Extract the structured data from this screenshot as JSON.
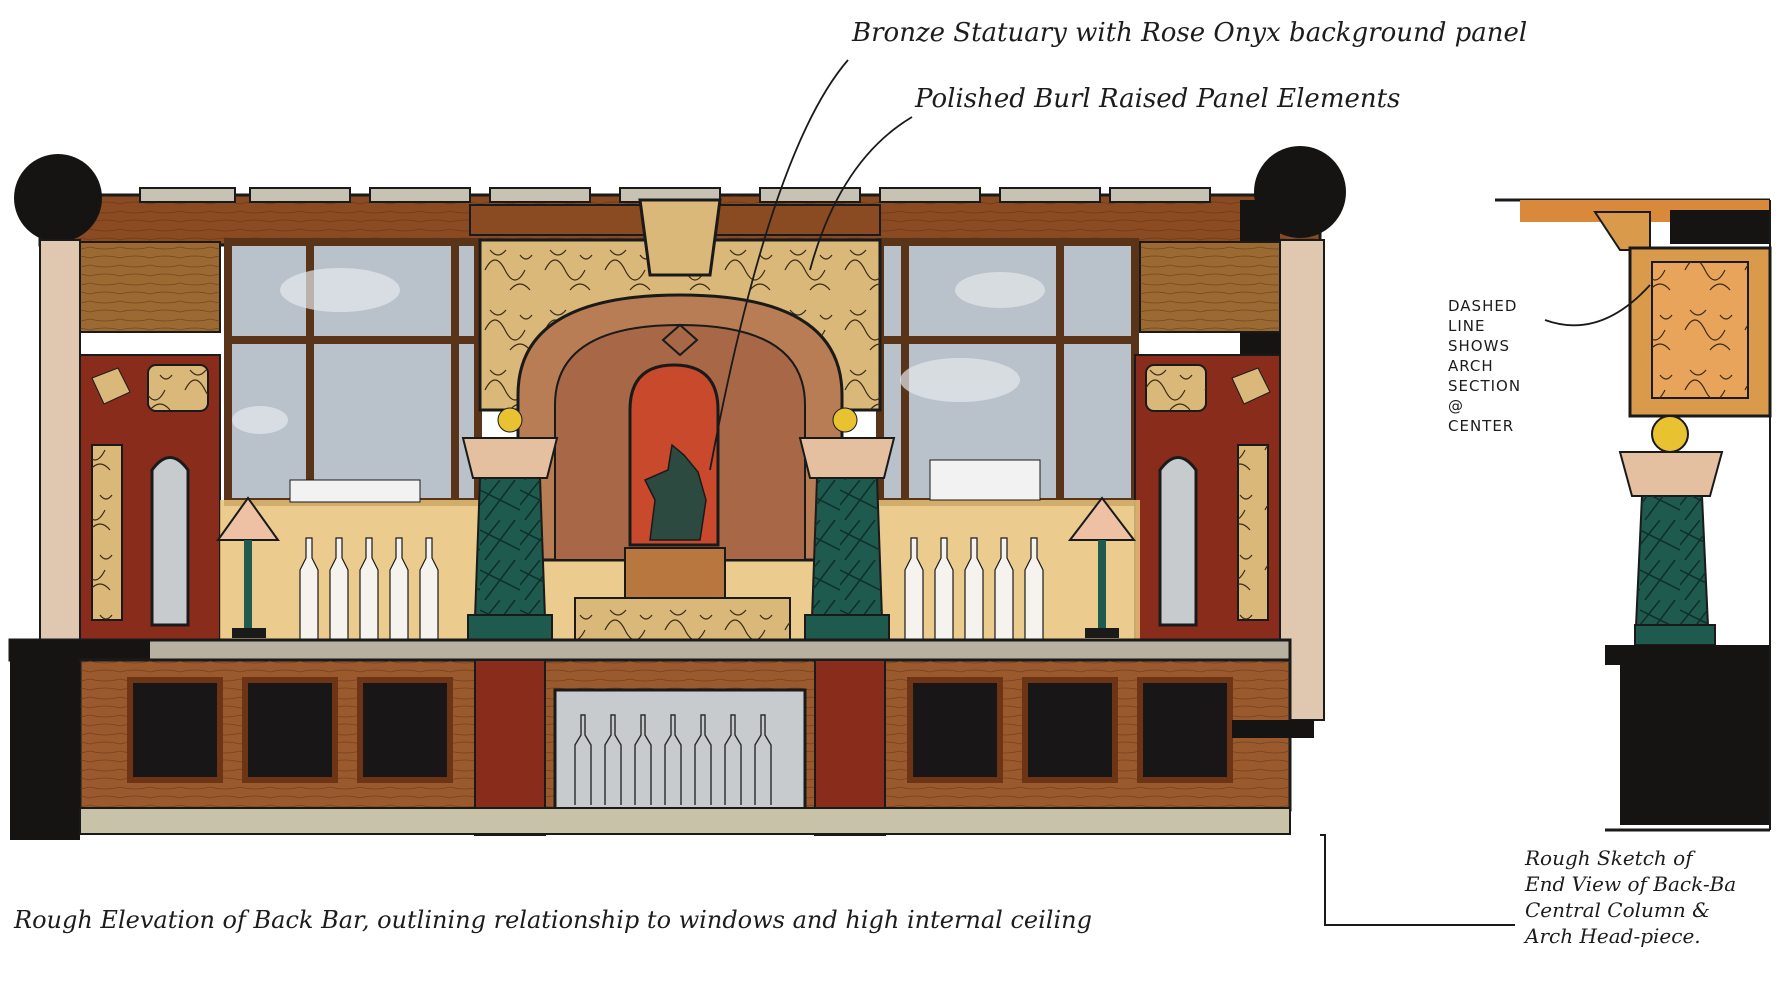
{
  "annotations": {
    "statuary": "Bronze Statuary with Rose Onyx background panel",
    "burl": "Polished Burl Raised Panel Elements",
    "dashed": [
      "DASHED",
      "LINE",
      "SHOWS",
      "ARCH",
      "SECTION",
      "@",
      "CENTER"
    ],
    "elevation": "Rough Elevation of Back Bar, outlining relationship to windows and high internal ceiling",
    "end_view": [
      "Rough Sketch of",
      "End View of Back-Ba",
      "Central Column &",
      "Arch Head-piece."
    ]
  },
  "colors": {
    "wood": "#9a5a2e",
    "wood_dark": "#6e3416",
    "mahogany": "#8a2c1c",
    "burl": "#d9b879",
    "onyx": "#c8492c",
    "marble": "#1f5a4f",
    "glass": "#b9c2ca",
    "ink": "#1a1a1a",
    "counter": "#b8b0a0",
    "backlight": "#e8c27a"
  }
}
